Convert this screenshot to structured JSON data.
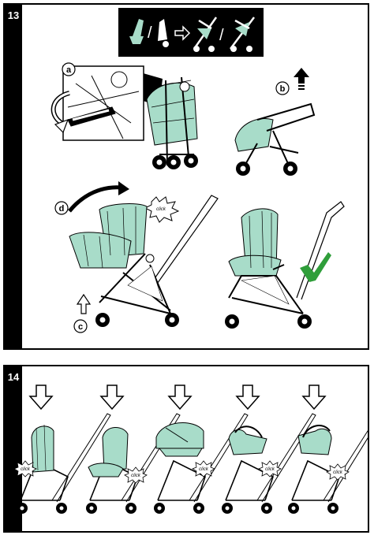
{
  "steps": {
    "step13": {
      "number": "13"
    },
    "step14": {
      "number": "14"
    }
  },
  "callouts": {
    "a": "a",
    "b": "b",
    "c": "c",
    "d": "d"
  },
  "click_label": "click",
  "colors": {
    "seat": "#a8dcc9",
    "ink": "#000000",
    "check": "#2f9e3a",
    "paper": "#ffffff"
  },
  "icons": [
    "seat-unit-icon",
    "carrycot-icon",
    "car-seat-icon",
    "stroller-icon",
    "arrow-right-icon",
    "arrow-up-icon",
    "arrow-down-icon",
    "curved-arrow-icon",
    "rotate-arrow-icon",
    "checkmark-icon",
    "click-burst-icon"
  ]
}
